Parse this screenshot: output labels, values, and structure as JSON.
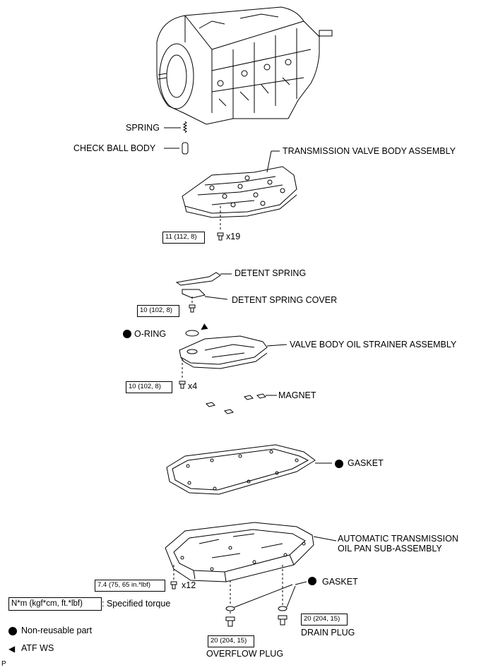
{
  "labels": {
    "spring": "SPRING",
    "check_ball_body": "CHECK BALL BODY",
    "valve_body": "TRANSMISSION VALVE BODY ASSEMBLY",
    "detent_spring": "DETENT SPRING",
    "detent_spring_cover": "DETENT SPRING COVER",
    "o_ring": "O-RING",
    "strainer": "VALVE BODY OIL STRAINER ASSEMBLY",
    "magnet": "MAGNET",
    "gasket_pan": "GASKET",
    "oil_pan_line1": "AUTOMATIC TRANSMISSION",
    "oil_pan_line2": "OIL PAN SUB-ASSEMBLY",
    "gasket_plug": "GASKET",
    "drain_plug": "DRAIN PLUG",
    "overflow_plug": "OVERFLOW PLUG",
    "figure_code": "P"
  },
  "torques": {
    "valve_body": "11 (112, 8)",
    "detent": "10 (102, 8)",
    "strainer": "10 (102, 8)",
    "pan": "7.4 (75, 65 in.*lbf)",
    "drain": "20 (204, 15)",
    "overflow": "20 (204, 15)"
  },
  "quantities": {
    "valve_body": "x19",
    "strainer": "x4",
    "pan": "x12"
  },
  "legend": {
    "torque_units": "N*m (kgf*cm, ft.*lbf)",
    "torque_desc": ": Specified torque",
    "non_reusable": "Non-reusable part",
    "atf": "ATF WS"
  }
}
